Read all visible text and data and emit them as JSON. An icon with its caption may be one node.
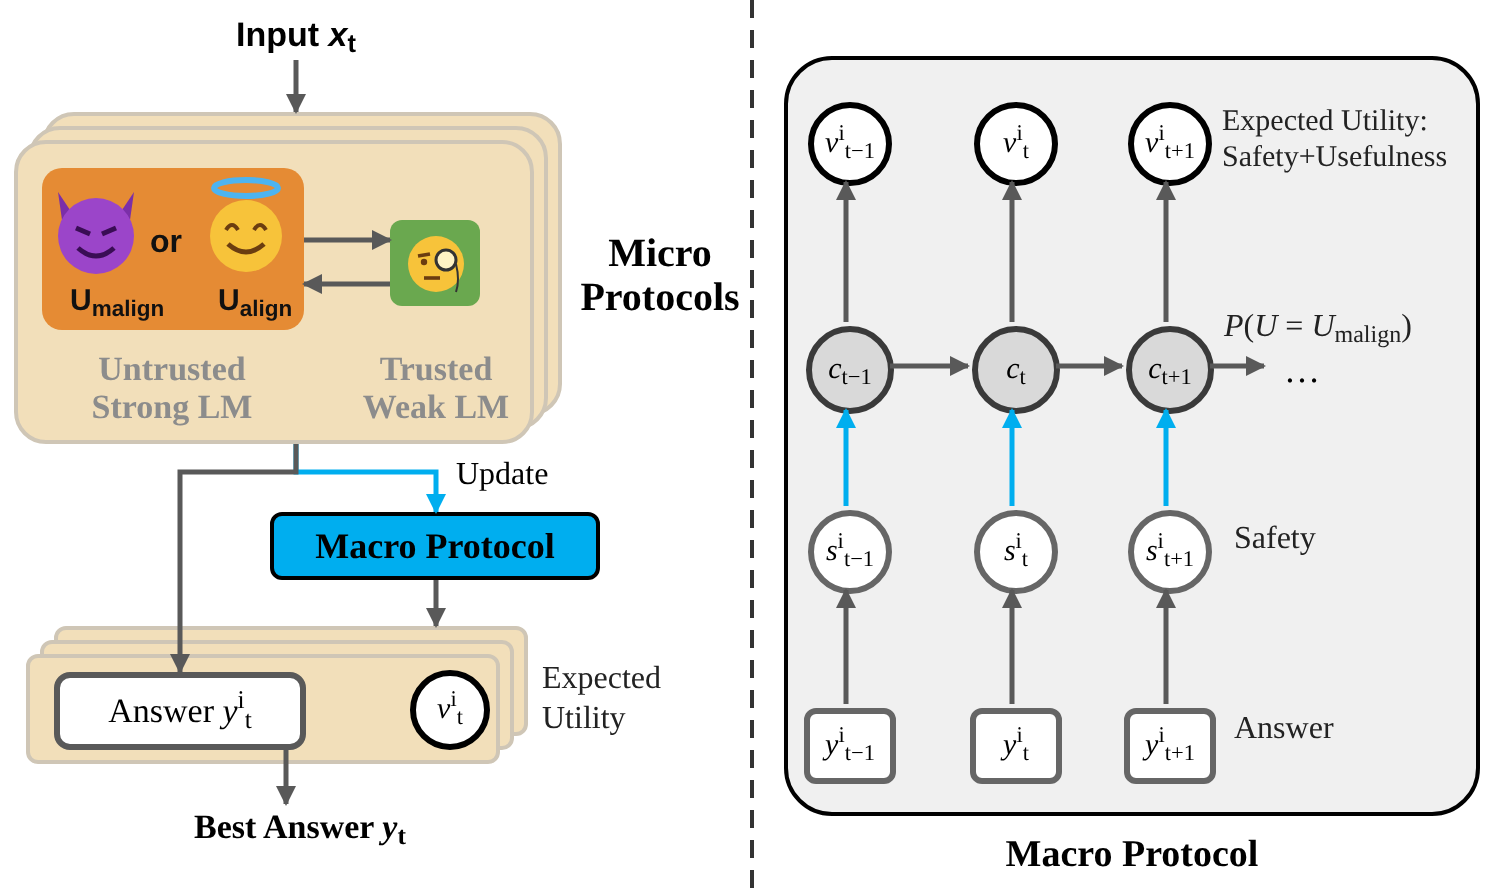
{
  "diagram": {
    "nodes": [
      {
        "text": [
          "Input *x*$_{t}$"
        ]
      },
      {
        "text": [
          "Micro Protocols"
        ]
      },
      {
        "text": [
          "or",
          "U$_{malign}$",
          "U$_{align}$"
        ],
        "in": 1,
        "beside": [
          "Untrusted Strong LM"
        ]
      },
      {
        "text": [],
        "shape": "box",
        "in": 1,
        "beside": [
          "Trusted Weak LM"
        ]
      },
      {
        "text": [
          "Macro Protocol"
        ]
      },
      {
        "text": [],
        "shape": "box",
        "beside": [
          "Expected Utility"
        ]
      },
      {
        "text": [
          "Answer *y*$^{i}$$_{t}$"
        ],
        "in": 5
      },
      {
        "text": [
          "*v*$^{i}$$_{t}$"
        ],
        "in": 5
      },
      {
        "text": [
          "Best Answer *y*$_{t}$"
        ]
      },
      {
        "text": [
          "Macro Protocol"
        ]
      },
      {
        "text": [
          "*v*$^{i}$$_{t−1}$"
        ],
        "in": 9
      },
      {
        "text": [
          "*v*$^{i}$$_{t}$"
        ],
        "in": 9
      },
      {
        "text": [
          "*v*$^{i}$$_{t+1}$"
        ],
        "in": 9,
        "beside": [
          "Expected Utility: Safety+Usefulness"
        ]
      },
      {
        "text": [
          "*c*$_{t−1}$"
        ],
        "in": 9
      },
      {
        "text": [
          "*c*$_{t}$"
        ],
        "in": 9
      },
      {
        "text": [
          "*c*$_{t+1}$"
        ],
        "in": 9,
        "beside": [
          "*P*(*U* = *U*$_{malign}$)"
        ]
      },
      {
        "text": [
          "*s*$^{i}$$_{t−1}$"
        ],
        "in": 9
      },
      {
        "text": [
          "*s*$^{i}$$_{t}$"
        ],
        "in": 9
      },
      {
        "text": [
          "*s*$^{i}$$_{t+1}$"
        ],
        "in": 9,
        "beside": [
          "Safety"
        ]
      },
      {
        "text": [
          "*y*$^{i}$$_{t−1}$"
        ],
        "in": 9
      },
      {
        "text": [
          "*y*$^{i}$$_{t}$"
        ],
        "in": 9
      },
      {
        "text": [
          "*y*$^{i}$$_{t+1}$"
        ],
        "in": 9,
        "beside": [
          "Answer"
        ]
      },
      {
        "text": [
          "…"
        ],
        "in": 9
      }
    ],
    "edges": [
      {
        "from": 0,
        "to": 1,
        "arrow": "to"
      },
      {
        "from": 1,
        "to": 4,
        "arrow": "to",
        "label": "Update",
        "color": "#00aeef"
      },
      {
        "from": 1,
        "to": 6,
        "arrow": "to"
      },
      {
        "from": 4,
        "to": 5,
        "arrow": "to"
      },
      {
        "from": 6,
        "to": 8,
        "arrow": "to"
      },
      {
        "from": 2,
        "to": 3,
        "arrow": "to"
      },
      {
        "from": 3,
        "to": 2,
        "arrow": "to"
      },
      {
        "from": 13,
        "to": 10,
        "arrow": "to"
      },
      {
        "from": 14,
        "to": 11,
        "arrow": "to"
      },
      {
        "from": 15,
        "to": 12,
        "arrow": "to"
      },
      {
        "from": 13,
        "to": 14,
        "arrow": "to"
      },
      {
        "from": 14,
        "to": 15,
        "arrow": "to"
      },
      {
        "from": 15,
        "to": 22,
        "arrow": "to"
      },
      {
        "from": 16,
        "to": 13,
        "arrow": "to",
        "color": "#00aeef"
      },
      {
        "from": 17,
        "to": 14,
        "arrow": "to",
        "color": "#00aeef"
      },
      {
        "from": 18,
        "to": 15,
        "arrow": "to",
        "color": "#00aeef"
      },
      {
        "from": 19,
        "to": 16,
        "arrow": "to"
      },
      {
        "from": 20,
        "to": 17,
        "arrow": "to"
      },
      {
        "from": 21,
        "to": 18,
        "arrow": "to"
      }
    ]
  }
}
